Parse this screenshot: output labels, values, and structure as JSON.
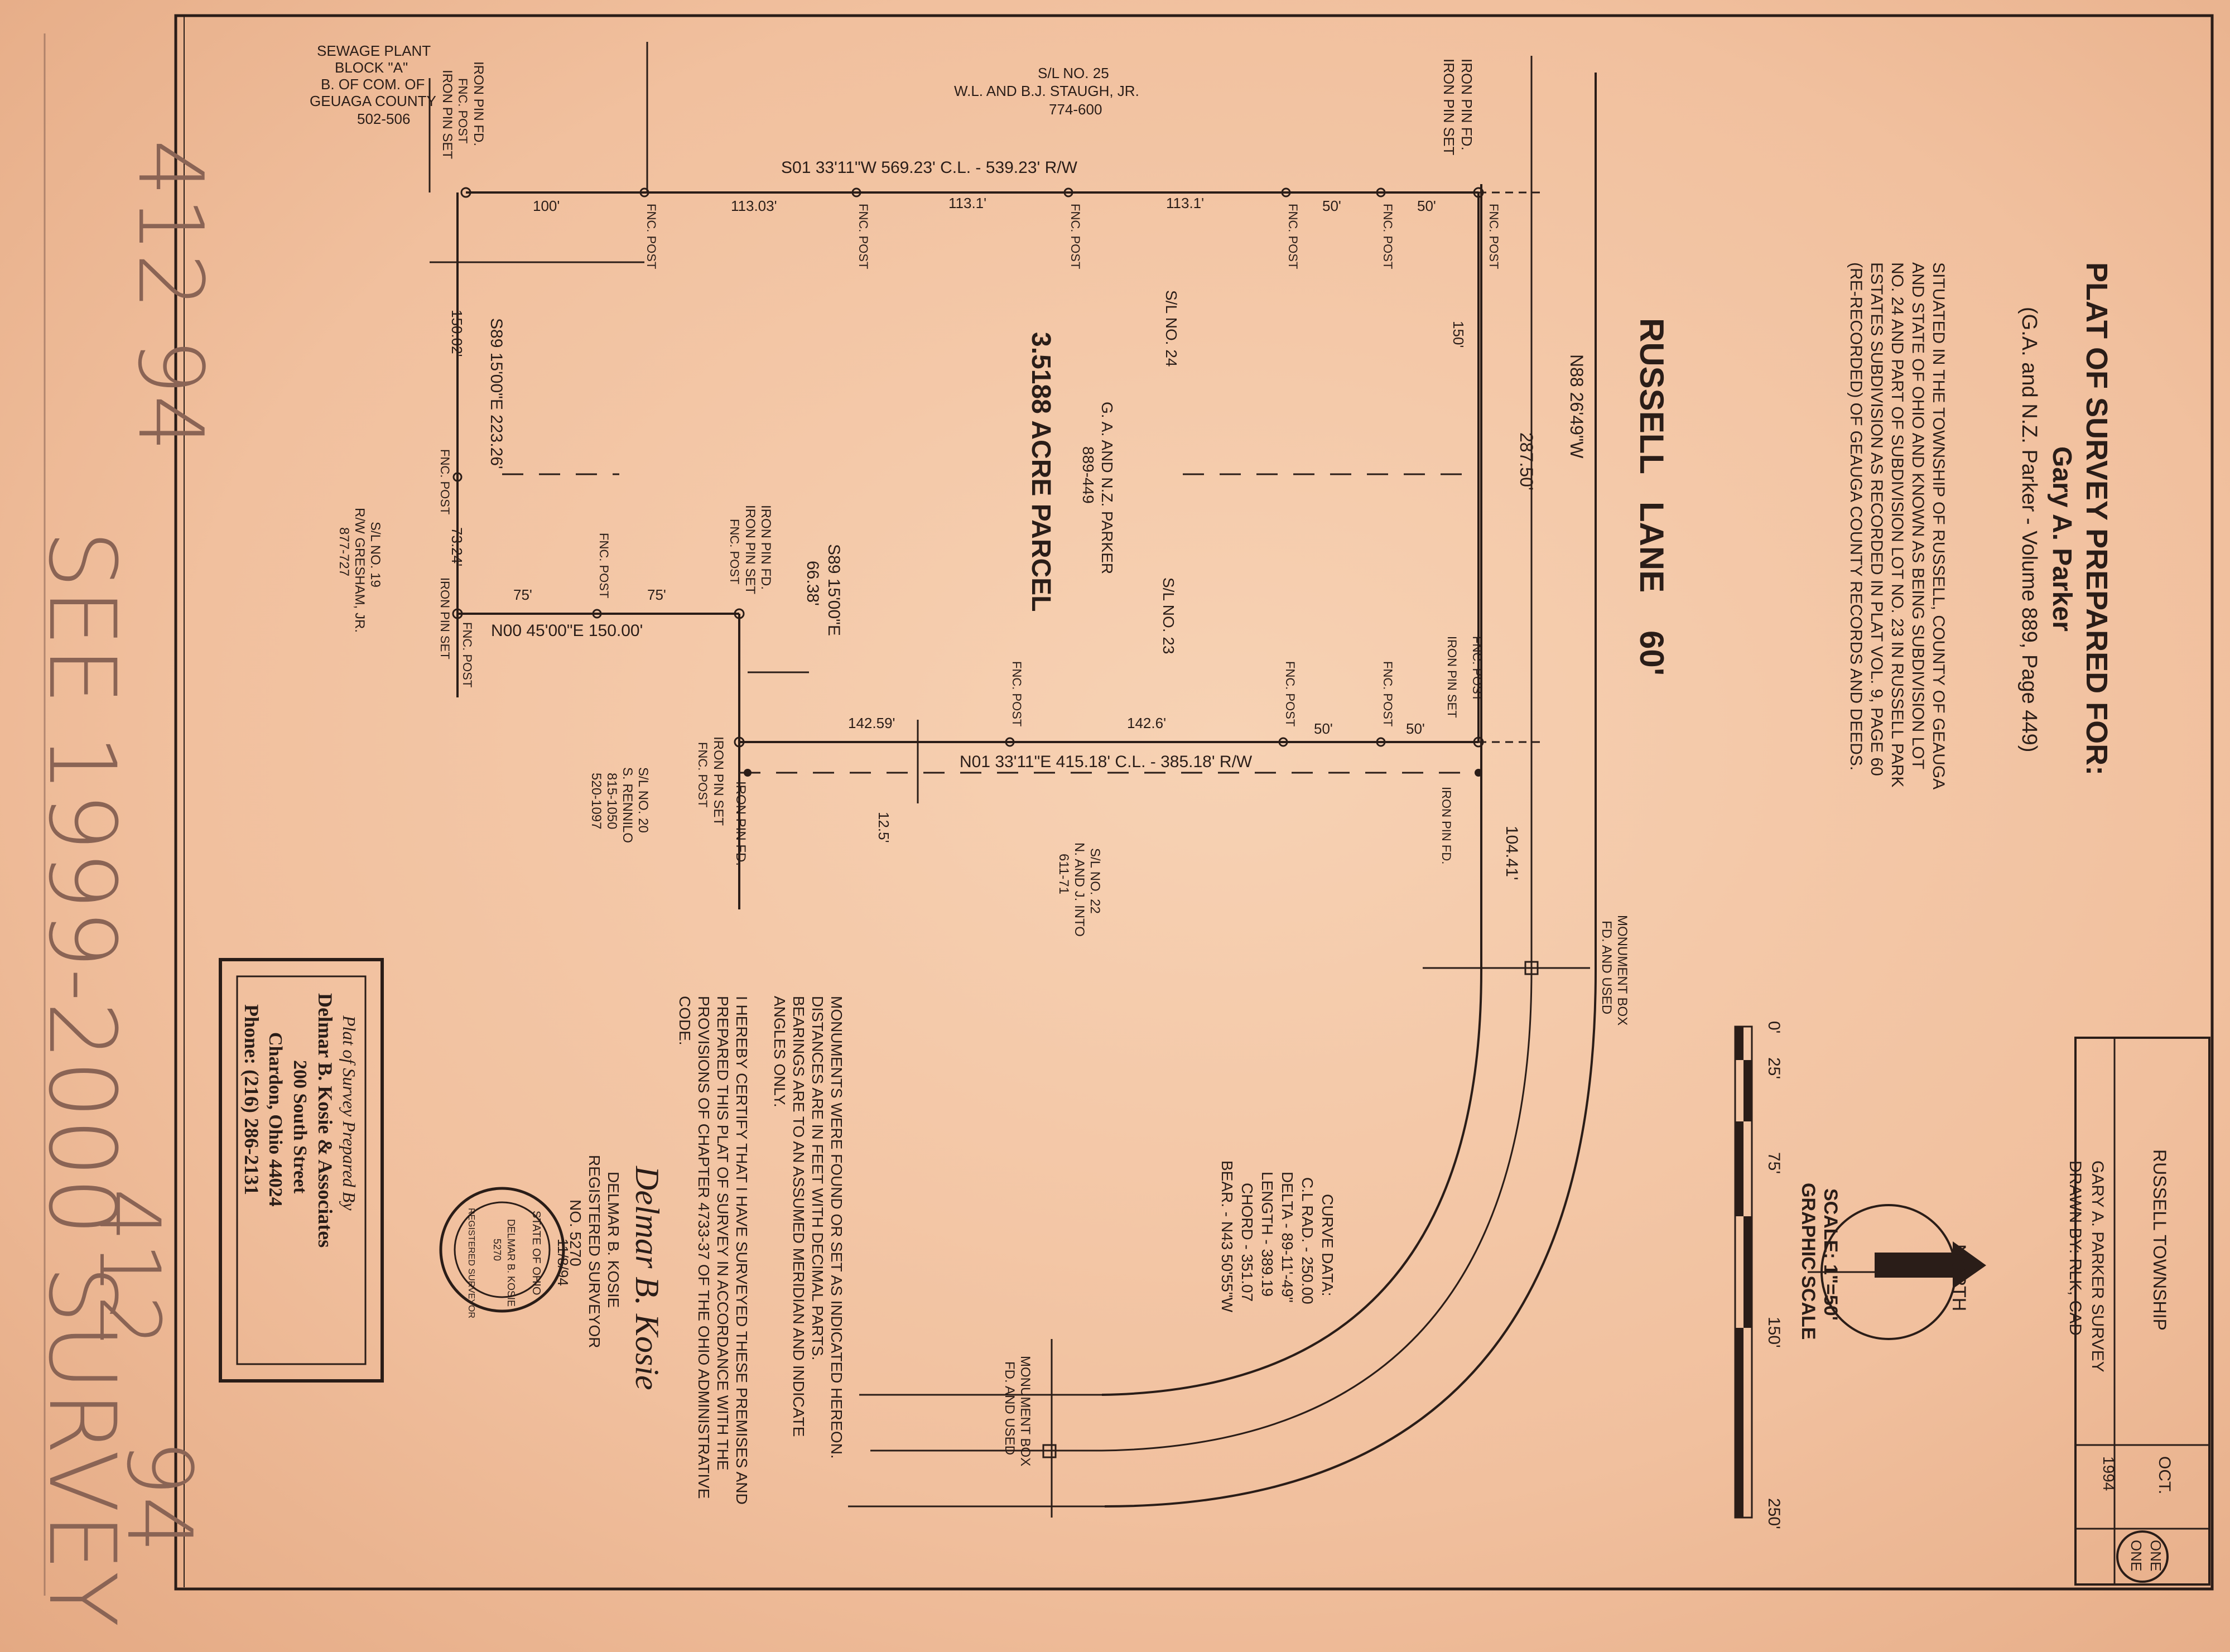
{
  "title": {
    "line1": "PLAT OF SURVEY PREPARED FOR:",
    "line2": "Gary A. Parker",
    "line3": "(G.A. and N.Z. Parker - Volume 889, Page 449)"
  },
  "description": [
    "SITUATED IN THE TOWNSHIP OF RUSSELL, COUNTY OF GEAUGA",
    "AND STATE OF OHIO AND KNOWN AS BEING SUBDIVISION LOT",
    "NO. 24 AND PART OF SUBDIVISION LOT NO. 23 IN RUSSELL PARK",
    "ESTATES SUBDIVISION AS RECORDED IN PLAT VOL. 9, PAGE 60",
    "(RE-RECORDED) OF GEAUGA COUNTY RECORDS AND DEEDS."
  ],
  "road": {
    "name": "RUSSELL   LANE",
    "width": "60'"
  },
  "parcel": {
    "acreage": "3.5188 ACRE PARCEL",
    "owner": "G. A. AND N.Z. PARKER",
    "deed": "889-449",
    "sl24": "S/L NO. 24",
    "sl23": "S/L NO. 23"
  },
  "bearings": {
    "road_line": "N88 26'49\"W",
    "road_dist": "287.50'",
    "west_line": "S01 33'11\"W  569.23' C.L. - 539.23' R/W",
    "east_line": "N01 33'11\"E  415.18' C.L. - 385.18' R/W",
    "south_line": "S89 15'00\"E  223.26'",
    "notch_line": "N00 45'00\"E  150.00'",
    "notch_top": "S89 15'00\"E",
    "notch_dist": "66.38'",
    "curve_tangent": "104.41'"
  },
  "distances": {
    "d100": "100'",
    "d113a": "113.03'",
    "d113b": "113.1'",
    "d113c": "113.1'",
    "d50a": "50'",
    "d50b": "50'",
    "d150": "150'",
    "d150b": "150.02'",
    "d7324": "73.24'",
    "d75a": "75'",
    "d75b": "75'",
    "d14259": "142.59'",
    "d1426": "142.6'",
    "d50c": "50'",
    "d50d": "50'",
    "d125": "12.5'"
  },
  "monuments": {
    "fnc_post": "FNC. POST",
    "iron_pin_fd": "IRON PIN FD.",
    "iron_pin_set": "IRON PIN SET",
    "box1a": "MONUMENT BOX",
    "box1b": "FD. AND USED"
  },
  "neighbors": {
    "n1": [
      "SEWAGE PLANT",
      "BLOCK \"A\"",
      "B. OF COM. OF",
      "GEUAGA COUNTY",
      "502-506"
    ],
    "n2": [
      "S/L NO. 25",
      "W.L. AND B.J. STAUGH, JR.",
      "774-600"
    ],
    "n3": [
      "S/L NO. 19",
      "R/W GRESHAM, JR.",
      "877-727"
    ],
    "n4": [
      "S/L NO. 20",
      "S. RENNILO",
      "815-1050",
      "520-1097"
    ],
    "n5": [
      "S/L NO. 22",
      "N. AND J. INTO",
      "611-71"
    ]
  },
  "curve": {
    "header": "CURVE DATA:",
    "rad": "C.L RAD. - 250.00",
    "delta": "DELTA - 89-11'-49\"",
    "length": "LENGTH - 389.19",
    "chord": "CHORD - 351.07",
    "bear": "BEAR. - N43 50'55\"W"
  },
  "notes": [
    "MONUMENTS WERE FOUND OR SET AS INDICATED HEREON.",
    "DISTANCES ARE IN FEET WITH DECIMAL PARTS.",
    "BEARINGS ARE TO AN ASSUMED MERIDIAN AND INDICATE",
    "ANGLES ONLY."
  ],
  "certification": [
    "I HEREBY CERTIFY THAT I HAVE SURVEYED THESE PREMISES AND",
    "PREPARED THIS PLAT OF SURVEY IN ACCORDANCE WITH THE",
    "PROVISIONS OF CHAPTER 4733-37 OF THE OHIO ADMINISTRATIVE",
    "CODE."
  ],
  "surveyor": {
    "signature": "Delmar B. Kosie",
    "name": "DELMAR B. KOSIE",
    "title": "REGISTERED SURVEYOR",
    "number": "NO. 5270",
    "date": "11/8/94"
  },
  "stamp": {
    "l1": "Plat of Survey Prepared By",
    "l2": "Delmar B. Kosie & Associates",
    "l3": "200 South Street",
    "l4": "Chardon, Ohio  44024",
    "l5": "Phone: (216) 286-2131"
  },
  "seal": {
    "top": "STATE OF OHIO",
    "name": "DELMAR B. KOSIE",
    "num": "5270",
    "bottom": "REGISTERED SURVEYOR"
  },
  "scale": {
    "ticks": [
      "0'",
      "25'",
      "75'",
      "150'",
      "250'"
    ],
    "label": "GRAPHIC SCALE",
    "ratio": "SCALE: 1\"=50'"
  },
  "north": "NORTH",
  "titleblock": {
    "township": "RUSSELL TOWNSHIP",
    "survey": "GARY A. PARKER SURVEY",
    "drawn": "DRAWN BY: RLK, CAD",
    "month": "OCT.",
    "year": "1994",
    "sheet": "ONE",
    "sheet_of": "ONE"
  },
  "handwritten": {
    "a": "412 94",
    "b": "SEE 1999-2000 SURVEY",
    "c": "412",
    "d": "94"
  }
}
